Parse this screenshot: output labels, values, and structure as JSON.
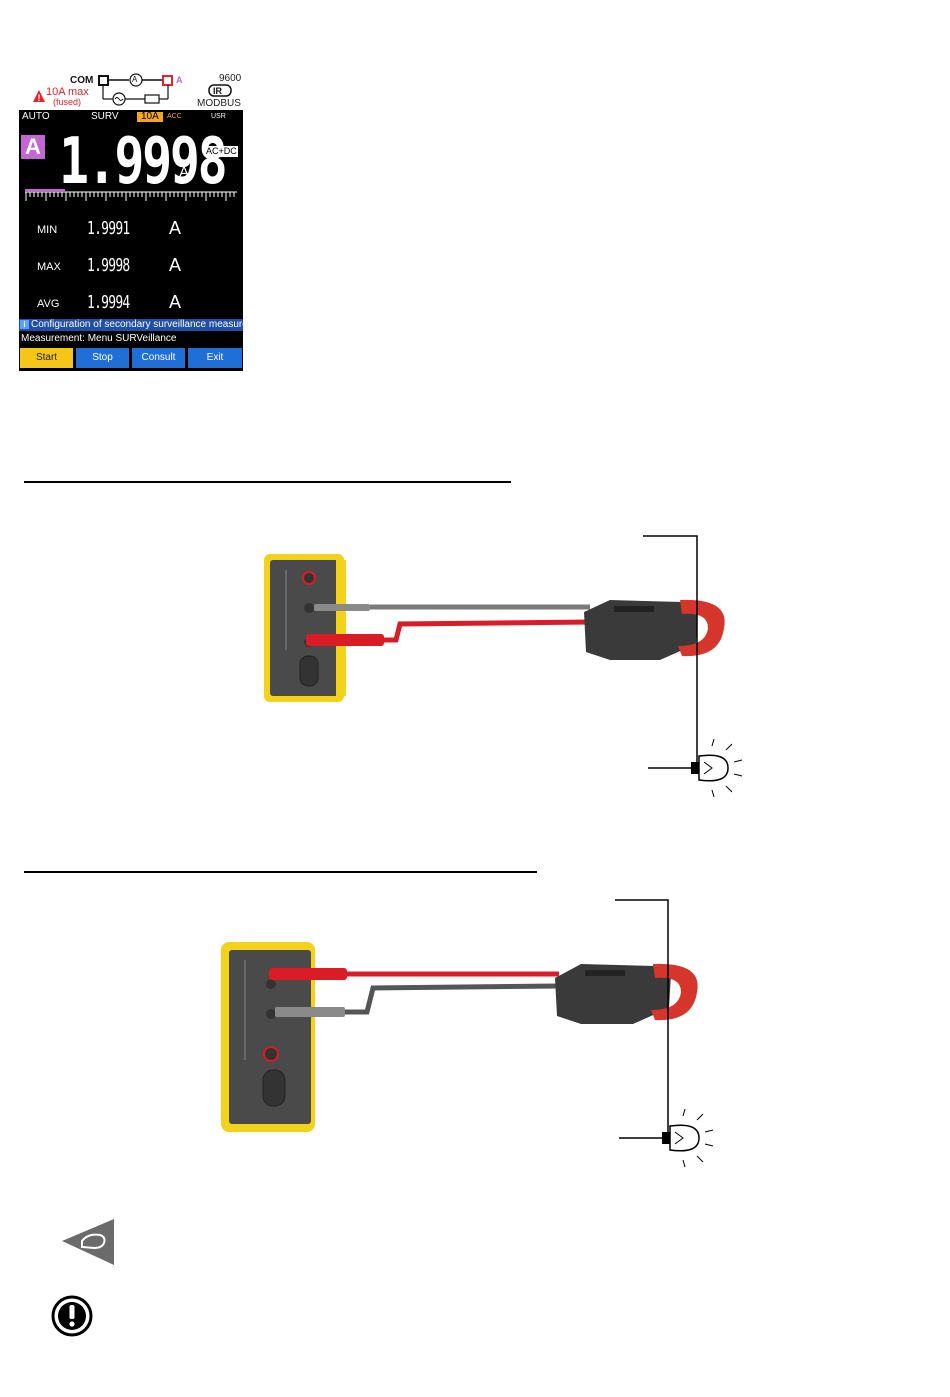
{
  "screen": {
    "header": {
      "com_label": "COM",
      "ammeter_symbol": "A",
      "input_a_label": "A",
      "warning_text": "10A max",
      "warning_sub": "(fused)",
      "baud": "9600",
      "ir_label": "IR",
      "modbus_label": "MODBUS"
    },
    "status_bar": {
      "auto": "AUTO",
      "surv": "SURV",
      "range": "10A",
      "acc": "ACC",
      "usr": "USR"
    },
    "mode_letter": "A",
    "main_reading": "1.9998",
    "main_unit": "A",
    "coupling": "AC+DC",
    "stats": [
      {
        "label": "MIN",
        "value": "1.9991",
        "unit": "A"
      },
      {
        "label": "MAX",
        "value": "1.9998",
        "unit": "A"
      },
      {
        "label": "AVG",
        "value": "1.9994",
        "unit": "A"
      }
    ],
    "info_message": "Configuration of secondary surveillance measure",
    "menu_message": "Measurement: Menu SURVeillance",
    "softkeys": [
      "Start",
      "Stop",
      "Consult",
      "Exit"
    ]
  },
  "colors": {
    "screen_bg": "#000000",
    "mode_badge": "#c665d6",
    "warning_red": "#e8222a",
    "softkey_active": "#f5c518",
    "softkey_blue": "#1f6fd6",
    "info_bar": "#1f4fa8",
    "meter_yellow": "#f2d21a",
    "meter_body": "#4a4a4a",
    "lead_red": "#d91c25",
    "lead_grey": "#7a7a7a",
    "clamp_red": "#d5352b"
  },
  "icons": {
    "note": "note-hand-icon",
    "warning": "exclamation-circle-icon",
    "bulb": "light-bulb-icon"
  }
}
